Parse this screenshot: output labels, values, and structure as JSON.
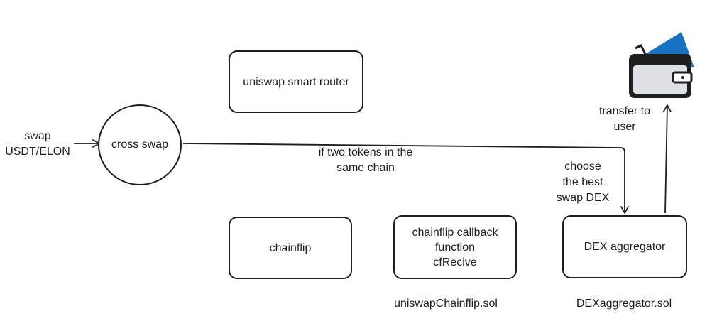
{
  "input_label": "swap\nUSDT/ELON",
  "nodes": {
    "cross_swap": "cross swap",
    "uniswap_router": "uniswap smart router",
    "chainflip": "chainflip",
    "chainflip_callback": "chainflip callback\nfunction\ncfRecive",
    "dex_aggregator": "DEX aggregator"
  },
  "edge_labels": {
    "same_chain": "if two tokens in the\nsame chain",
    "choose_dex": "choose\nthe best\nswap DEX",
    "transfer": "transfer to\nuser"
  },
  "files": {
    "uniswap_chainflip": "uniswapChainflip.sol",
    "dex_aggregator": "DEXaggregator.sol"
  },
  "colors": {
    "stroke": "#1e1e1e",
    "wallet_accent": "#1971c2",
    "wallet_body": "#dee2e6"
  },
  "icons": {
    "wallet": "wallet-icon"
  }
}
